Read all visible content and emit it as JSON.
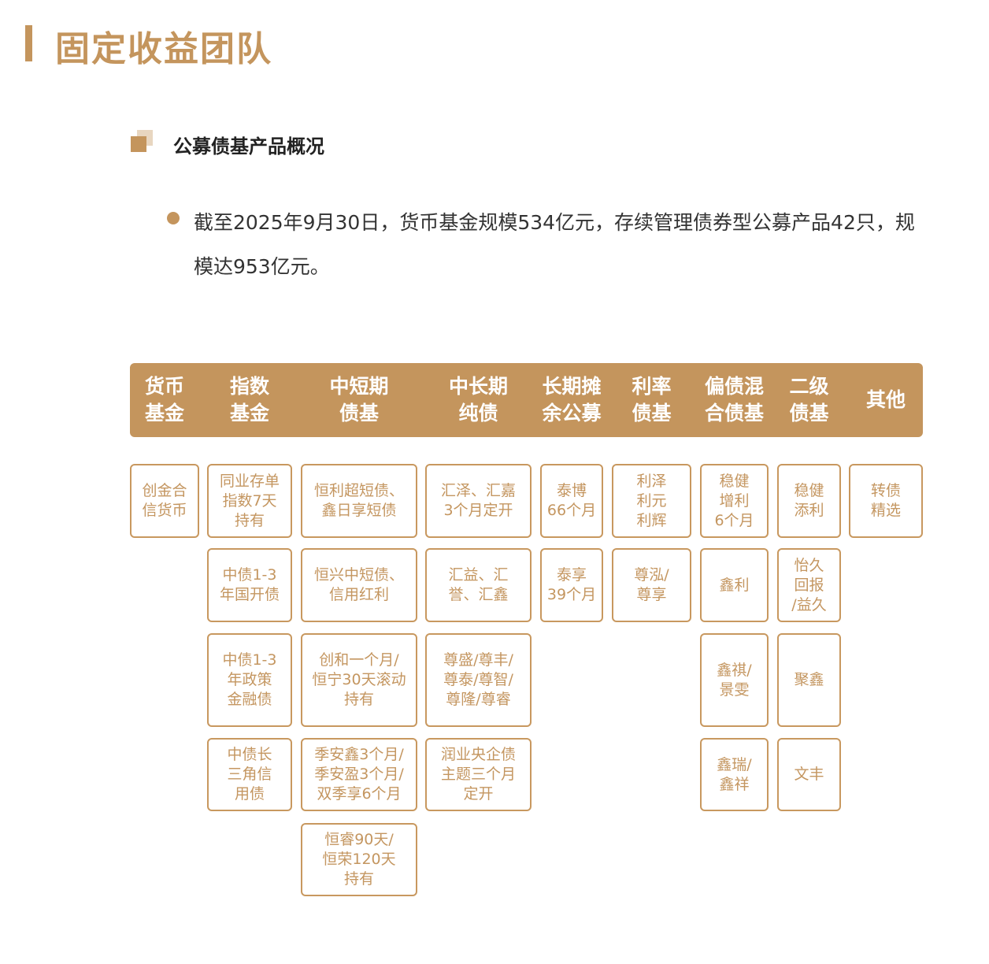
{
  "title": "固定收益团队",
  "section_title": "公募债基产品概况",
  "paragraph": "截至2025年9月30日，货币基金规模534亿元，存续管理债券型公募产品42只，规模达953亿元。",
  "colors": {
    "accent": "#c4955d",
    "text": "#333333"
  },
  "columns": [
    {
      "header": "货币\n基金",
      "items": [
        "创金合\n信货币"
      ]
    },
    {
      "header": "指数\n基金",
      "items": [
        "同业存单\n指数7天\n持有",
        "中债1-3\n年国开债",
        "中债1-3\n年政策\n金融债",
        "中债长\n三角信\n用债"
      ]
    },
    {
      "header": "中短期\n债基",
      "items": [
        "恒利超短债、\n鑫日享短债",
        "恒兴中短债、\n信用红利",
        "创和一个月/\n恒宁30天滚动\n持有",
        "季安鑫3个月/\n季安盈3个月/\n双季享6个月",
        "恒睿90天/\n恒荣120天\n持有"
      ]
    },
    {
      "header": "中长期\n纯债",
      "items": [
        "汇泽、汇嘉\n3个月定开",
        "汇益、汇\n誉、汇鑫",
        "尊盛/尊丰/\n尊泰/尊智/\n尊隆/尊睿",
        "润业央企债\n主题三个月\n定开"
      ]
    },
    {
      "header": "长期摊\n余公募",
      "items": [
        "泰博\n66个月",
        "泰享\n39个月"
      ]
    },
    {
      "header": "利率\n债基",
      "items": [
        "利泽\n利元\n利辉",
        "尊泓/\n尊享"
      ]
    },
    {
      "header": "偏债混\n合债基",
      "items": [
        "稳健\n增利\n6个月",
        "鑫利",
        "鑫祺/\n景雯",
        "鑫瑞/\n鑫祥"
      ]
    },
    {
      "header": "二级\n债基",
      "items": [
        "稳健\n添利",
        "怡久\n回报\n/益久",
        "聚鑫",
        "文丰"
      ]
    },
    {
      "header": "其他",
      "items": [
        "转债\n精选"
      ]
    }
  ]
}
